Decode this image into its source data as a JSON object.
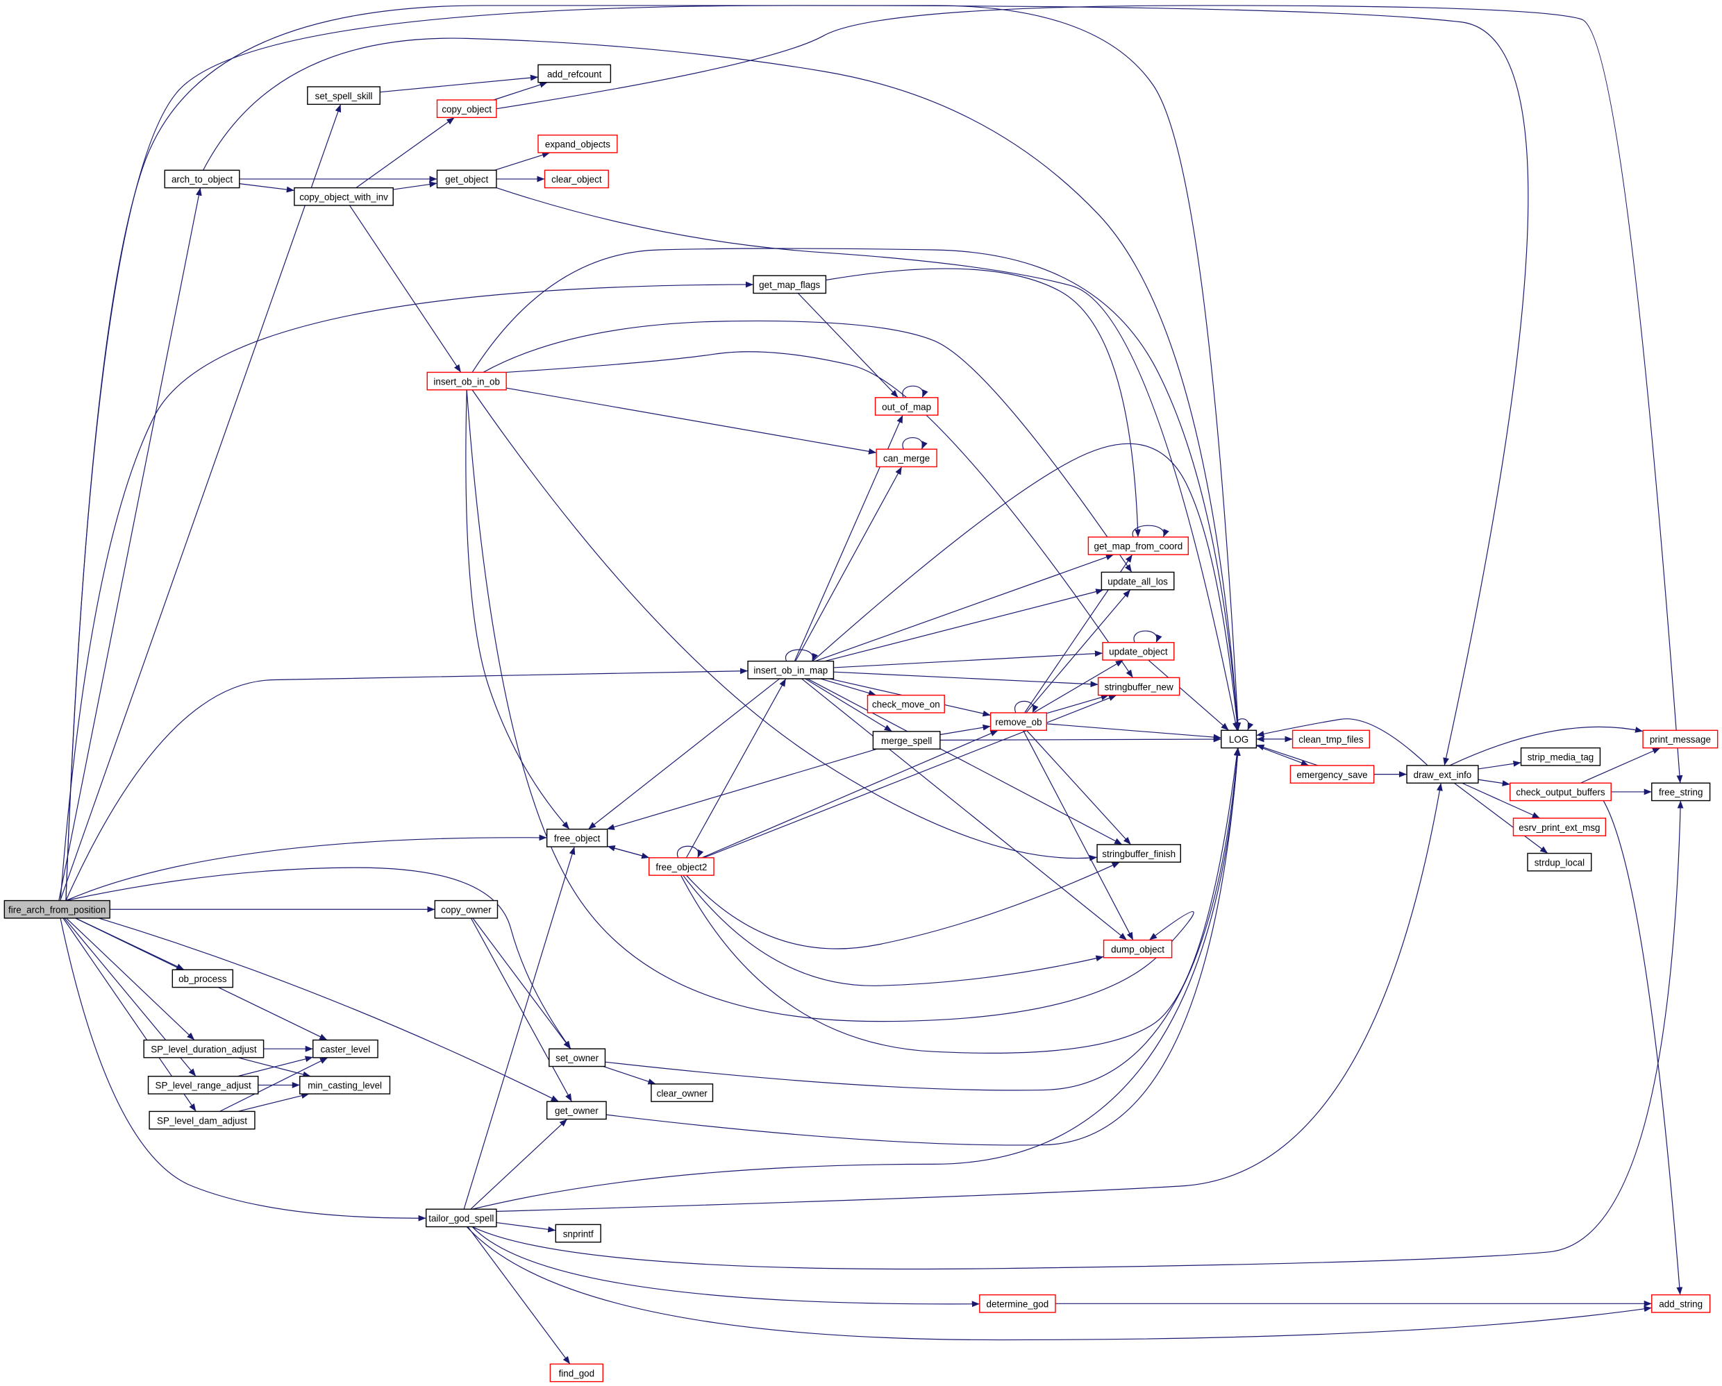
{
  "graph": {
    "type": "call-graph",
    "root": "fire_arch_from_position",
    "colors": {
      "edge": "#191970",
      "node_border": "#000000",
      "truncated_border": "#ff0000",
      "root_fill": "#bfbfbf"
    },
    "nodes": [
      {
        "id": "fire_arch_from_position",
        "label": "fire_arch_from_position",
        "style": "root"
      },
      {
        "id": "arch_to_object",
        "label": "arch_to_object",
        "style": "normal"
      },
      {
        "id": "set_spell_skill",
        "label": "set_spell_skill",
        "style": "normal"
      },
      {
        "id": "add_refcount",
        "label": "add_refcount",
        "style": "normal"
      },
      {
        "id": "copy_object",
        "label": "copy_object",
        "style": "truncated"
      },
      {
        "id": "copy_object_with_inv",
        "label": "copy_object_with_inv",
        "style": "normal"
      },
      {
        "id": "get_object",
        "label": "get_object",
        "style": "normal"
      },
      {
        "id": "expand_objects",
        "label": "expand_objects",
        "style": "truncated"
      },
      {
        "id": "clear_object",
        "label": "clear_object",
        "style": "truncated"
      },
      {
        "id": "get_map_flags",
        "label": "get_map_flags",
        "style": "normal"
      },
      {
        "id": "insert_ob_in_ob",
        "label": "insert_ob_in_ob",
        "style": "truncated"
      },
      {
        "id": "out_of_map",
        "label": "out_of_map",
        "style": "truncated"
      },
      {
        "id": "can_merge",
        "label": "can_merge",
        "style": "truncated"
      },
      {
        "id": "get_map_from_coord",
        "label": "get_map_from_coord",
        "style": "truncated"
      },
      {
        "id": "update_all_los",
        "label": "update_all_los",
        "style": "normal"
      },
      {
        "id": "update_object",
        "label": "update_object",
        "style": "truncated"
      },
      {
        "id": "insert_ob_in_map",
        "label": "insert_ob_in_map",
        "style": "normal"
      },
      {
        "id": "stringbuffer_new",
        "label": "stringbuffer_new",
        "style": "truncated"
      },
      {
        "id": "check_move_on",
        "label": "check_move_on",
        "style": "truncated"
      },
      {
        "id": "remove_ob",
        "label": "remove_ob",
        "style": "truncated"
      },
      {
        "id": "merge_spell",
        "label": "merge_spell",
        "style": "normal"
      },
      {
        "id": "LOG",
        "label": "LOG",
        "style": "normal"
      },
      {
        "id": "clean_tmp_files",
        "label": "clean_tmp_files",
        "style": "truncated"
      },
      {
        "id": "emergency_save",
        "label": "emergency_save",
        "style": "truncated"
      },
      {
        "id": "draw_ext_info",
        "label": "draw_ext_info",
        "style": "normal"
      },
      {
        "id": "strip_media_tag",
        "label": "strip_media_tag",
        "style": "normal"
      },
      {
        "id": "print_message",
        "label": "print_message",
        "style": "truncated"
      },
      {
        "id": "check_output_buffers",
        "label": "check_output_buffers",
        "style": "truncated"
      },
      {
        "id": "free_string",
        "label": "free_string",
        "style": "normal"
      },
      {
        "id": "esrv_print_ext_msg",
        "label": "esrv_print_ext_msg",
        "style": "truncated"
      },
      {
        "id": "strdup_local",
        "label": "strdup_local",
        "style": "normal"
      },
      {
        "id": "free_object",
        "label": "free_object",
        "style": "normal"
      },
      {
        "id": "free_object2",
        "label": "free_object2",
        "style": "truncated"
      },
      {
        "id": "stringbuffer_finish",
        "label": "stringbuffer_finish",
        "style": "normal"
      },
      {
        "id": "copy_owner",
        "label": "copy_owner",
        "style": "normal"
      },
      {
        "id": "dump_object",
        "label": "dump_object",
        "style": "truncated"
      },
      {
        "id": "ob_process",
        "label": "ob_process",
        "style": "normal"
      },
      {
        "id": "SP_level_duration_adjust",
        "label": "SP_level_duration_adjust",
        "style": "normal"
      },
      {
        "id": "caster_level",
        "label": "caster_level",
        "style": "normal"
      },
      {
        "id": "SP_level_range_adjust",
        "label": "SP_level_range_adjust",
        "style": "normal"
      },
      {
        "id": "min_casting_level",
        "label": "min_casting_level",
        "style": "normal"
      },
      {
        "id": "SP_level_dam_adjust",
        "label": "SP_level_dam_adjust",
        "style": "normal"
      },
      {
        "id": "set_owner",
        "label": "set_owner",
        "style": "normal"
      },
      {
        "id": "clear_owner",
        "label": "clear_owner",
        "style": "normal"
      },
      {
        "id": "get_owner",
        "label": "get_owner",
        "style": "normal"
      },
      {
        "id": "tailor_god_spell",
        "label": "tailor_god_spell",
        "style": "normal"
      },
      {
        "id": "snprintf",
        "label": "snprintf",
        "style": "normal"
      },
      {
        "id": "determine_god",
        "label": "determine_god",
        "style": "truncated"
      },
      {
        "id": "add_string",
        "label": "add_string",
        "style": "truncated"
      },
      {
        "id": "find_god",
        "label": "find_god",
        "style": "truncated"
      }
    ],
    "edges": [
      [
        "fire_arch_from_position",
        "arch_to_object"
      ],
      [
        "fire_arch_from_position",
        "set_spell_skill"
      ],
      [
        "fire_arch_from_position",
        "LOG"
      ],
      [
        "fire_arch_from_position",
        "draw_ext_info"
      ],
      [
        "fire_arch_from_position",
        "get_map_flags"
      ],
      [
        "fire_arch_from_position",
        "insert_ob_in_map"
      ],
      [
        "fire_arch_from_position",
        "free_object"
      ],
      [
        "fire_arch_from_position",
        "copy_owner"
      ],
      [
        "fire_arch_from_position",
        "ob_process"
      ],
      [
        "fire_arch_from_position",
        "caster_level"
      ],
      [
        "fire_arch_from_position",
        "SP_level_duration_adjust"
      ],
      [
        "fire_arch_from_position",
        "SP_level_range_adjust"
      ],
      [
        "fire_arch_from_position",
        "SP_level_dam_adjust"
      ],
      [
        "fire_arch_from_position",
        "get_owner"
      ],
      [
        "fire_arch_from_position",
        "set_owner"
      ],
      [
        "fire_arch_from_position",
        "tailor_god_spell"
      ],
      [
        "arch_to_object",
        "get_object"
      ],
      [
        "arch_to_object",
        "copy_object_with_inv"
      ],
      [
        "arch_to_object",
        "LOG"
      ],
      [
        "set_spell_skill",
        "add_refcount"
      ],
      [
        "copy_object",
        "add_refcount"
      ],
      [
        "copy_object",
        "free_string"
      ],
      [
        "copy_object_with_inv",
        "copy_object"
      ],
      [
        "copy_object_with_inv",
        "get_object"
      ],
      [
        "copy_object_with_inv",
        "insert_ob_in_ob"
      ],
      [
        "get_object",
        "expand_objects"
      ],
      [
        "get_object",
        "clear_object"
      ],
      [
        "get_object",
        "LOG"
      ],
      [
        "get_map_flags",
        "out_of_map"
      ],
      [
        "get_map_flags",
        "get_map_from_coord"
      ],
      [
        "insert_ob_in_ob",
        "LOG"
      ],
      [
        "insert_ob_in_ob",
        "update_all_los"
      ],
      [
        "insert_ob_in_ob",
        "stringbuffer_new"
      ],
      [
        "insert_ob_in_ob",
        "can_merge"
      ],
      [
        "insert_ob_in_ob",
        "free_object"
      ],
      [
        "insert_ob_in_ob",
        "stringbuffer_finish"
      ],
      [
        "insert_ob_in_ob",
        "dump_object"
      ],
      [
        "out_of_map",
        "out_of_map"
      ],
      [
        "can_merge",
        "can_merge"
      ],
      [
        "get_map_from_coord",
        "get_map_from_coord"
      ],
      [
        "update_object",
        "update_object"
      ],
      [
        "update_object",
        "LOG"
      ],
      [
        "insert_ob_in_map",
        "insert_ob_in_map"
      ],
      [
        "insert_ob_in_map",
        "out_of_map"
      ],
      [
        "insert_ob_in_map",
        "can_merge"
      ],
      [
        "insert_ob_in_map",
        "LOG"
      ],
      [
        "insert_ob_in_map",
        "get_map_from_coord"
      ],
      [
        "insert_ob_in_map",
        "update_all_los"
      ],
      [
        "insert_ob_in_map",
        "update_object"
      ],
      [
        "insert_ob_in_map",
        "stringbuffer_new"
      ],
      [
        "insert_ob_in_map",
        "check_move_on"
      ],
      [
        "insert_ob_in_map",
        "remove_ob"
      ],
      [
        "insert_ob_in_map",
        "merge_spell"
      ],
      [
        "insert_ob_in_map",
        "free_object"
      ],
      [
        "insert_ob_in_map",
        "stringbuffer_finish"
      ],
      [
        "insert_ob_in_map",
        "dump_object"
      ],
      [
        "remove_ob",
        "remove_ob"
      ],
      [
        "remove_ob",
        "get_map_from_coord"
      ],
      [
        "remove_ob",
        "update_all_los"
      ],
      [
        "remove_ob",
        "update_object"
      ],
      [
        "remove_ob",
        "stringbuffer_new"
      ],
      [
        "remove_ob",
        "LOG"
      ],
      [
        "remove_ob",
        "stringbuffer_finish"
      ],
      [
        "remove_ob",
        "dump_object"
      ],
      [
        "merge_spell",
        "remove_ob"
      ],
      [
        "merge_spell",
        "LOG"
      ],
      [
        "merge_spell",
        "free_object"
      ],
      [
        "LOG",
        "LOG"
      ],
      [
        "LOG",
        "clean_tmp_files"
      ],
      [
        "LOG",
        "emergency_save"
      ],
      [
        "clean_tmp_files",
        "LOG"
      ],
      [
        "emergency_save",
        "LOG"
      ],
      [
        "emergency_save",
        "draw_ext_info"
      ],
      [
        "draw_ext_info",
        "LOG"
      ],
      [
        "draw_ext_info",
        "print_message"
      ],
      [
        "draw_ext_info",
        "strip_media_tag"
      ],
      [
        "draw_ext_info",
        "check_output_buffers"
      ],
      [
        "draw_ext_info",
        "esrv_print_ext_msg"
      ],
      [
        "draw_ext_info",
        "strdup_local"
      ],
      [
        "check_output_buffers",
        "print_message"
      ],
      [
        "check_output_buffers",
        "free_string"
      ],
      [
        "check_output_buffers",
        "add_string"
      ],
      [
        "free_object",
        "free_object2"
      ],
      [
        "free_object2",
        "free_object2"
      ],
      [
        "free_object2",
        "free_object"
      ],
      [
        "free_object2",
        "insert_ob_in_map"
      ],
      [
        "free_object2",
        "remove_ob"
      ],
      [
        "free_object2",
        "stringbuffer_new"
      ],
      [
        "free_object2",
        "LOG"
      ],
      [
        "free_object2",
        "stringbuffer_finish"
      ],
      [
        "free_object2",
        "dump_object"
      ],
      [
        "copy_owner",
        "set_owner"
      ],
      [
        "copy_owner",
        "get_owner"
      ],
      [
        "SP_level_duration_adjust",
        "caster_level"
      ],
      [
        "SP_level_duration_adjust",
        "min_casting_level"
      ],
      [
        "SP_level_range_adjust",
        "caster_level"
      ],
      [
        "SP_level_range_adjust",
        "min_casting_level"
      ],
      [
        "SP_level_dam_adjust",
        "caster_level"
      ],
      [
        "SP_level_dam_adjust",
        "min_casting_level"
      ],
      [
        "set_owner",
        "clear_owner"
      ],
      [
        "set_owner",
        "LOG"
      ],
      [
        "get_owner",
        "LOG"
      ],
      [
        "tailor_god_spell",
        "get_owner"
      ],
      [
        "tailor_god_spell",
        "free_object"
      ],
      [
        "tailor_god_spell",
        "LOG"
      ],
      [
        "tailor_god_spell",
        "draw_ext_info"
      ],
      [
        "tailor_god_spell",
        "snprintf"
      ],
      [
        "tailor_god_spell",
        "free_string"
      ],
      [
        "tailor_god_spell",
        "determine_god"
      ],
      [
        "tailor_god_spell",
        "add_string"
      ],
      [
        "tailor_god_spell",
        "find_god"
      ],
      [
        "determine_god",
        "add_string"
      ]
    ]
  }
}
